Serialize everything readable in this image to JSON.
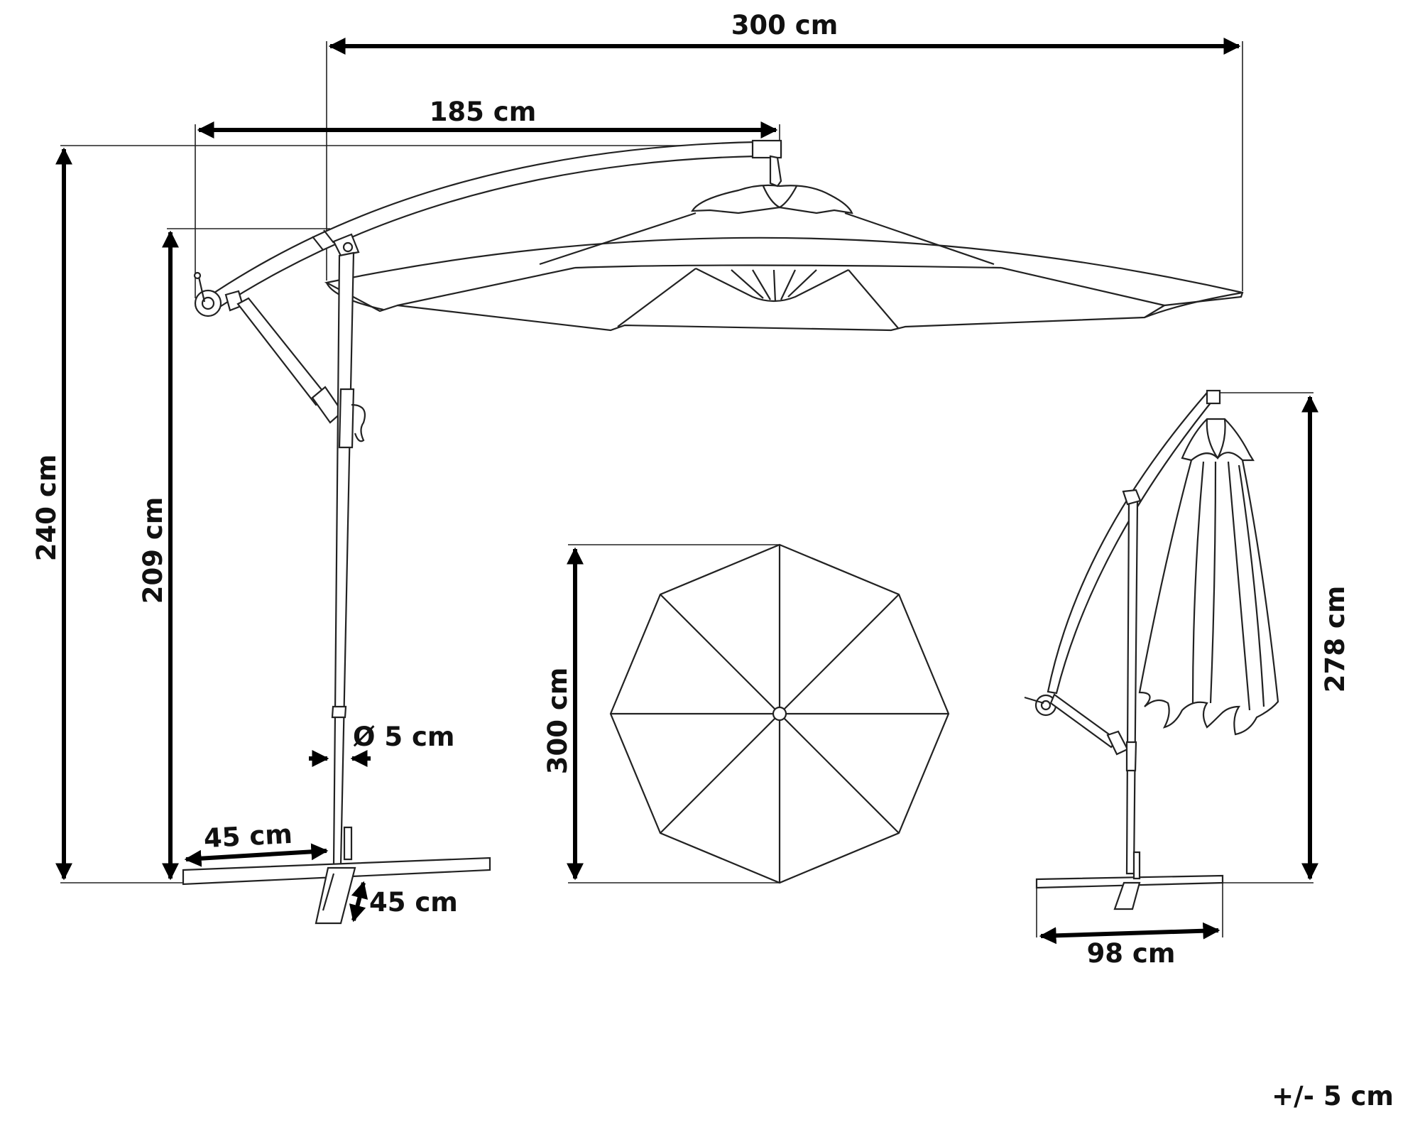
{
  "diagram": {
    "side_view": {
      "canopy_width": "300 cm",
      "arm_reach": "185 cm",
      "total_height": "240 cm",
      "canopy_clearance": "209 cm",
      "pole_diameter": "Ø 5 cm",
      "base_length": "45 cm",
      "base_depth": "45 cm"
    },
    "top_view": {
      "diameter": "300 cm"
    },
    "folded_view": {
      "height": "278 cm",
      "base_width": "98 cm"
    },
    "tolerance": "+/- 5 cm"
  }
}
